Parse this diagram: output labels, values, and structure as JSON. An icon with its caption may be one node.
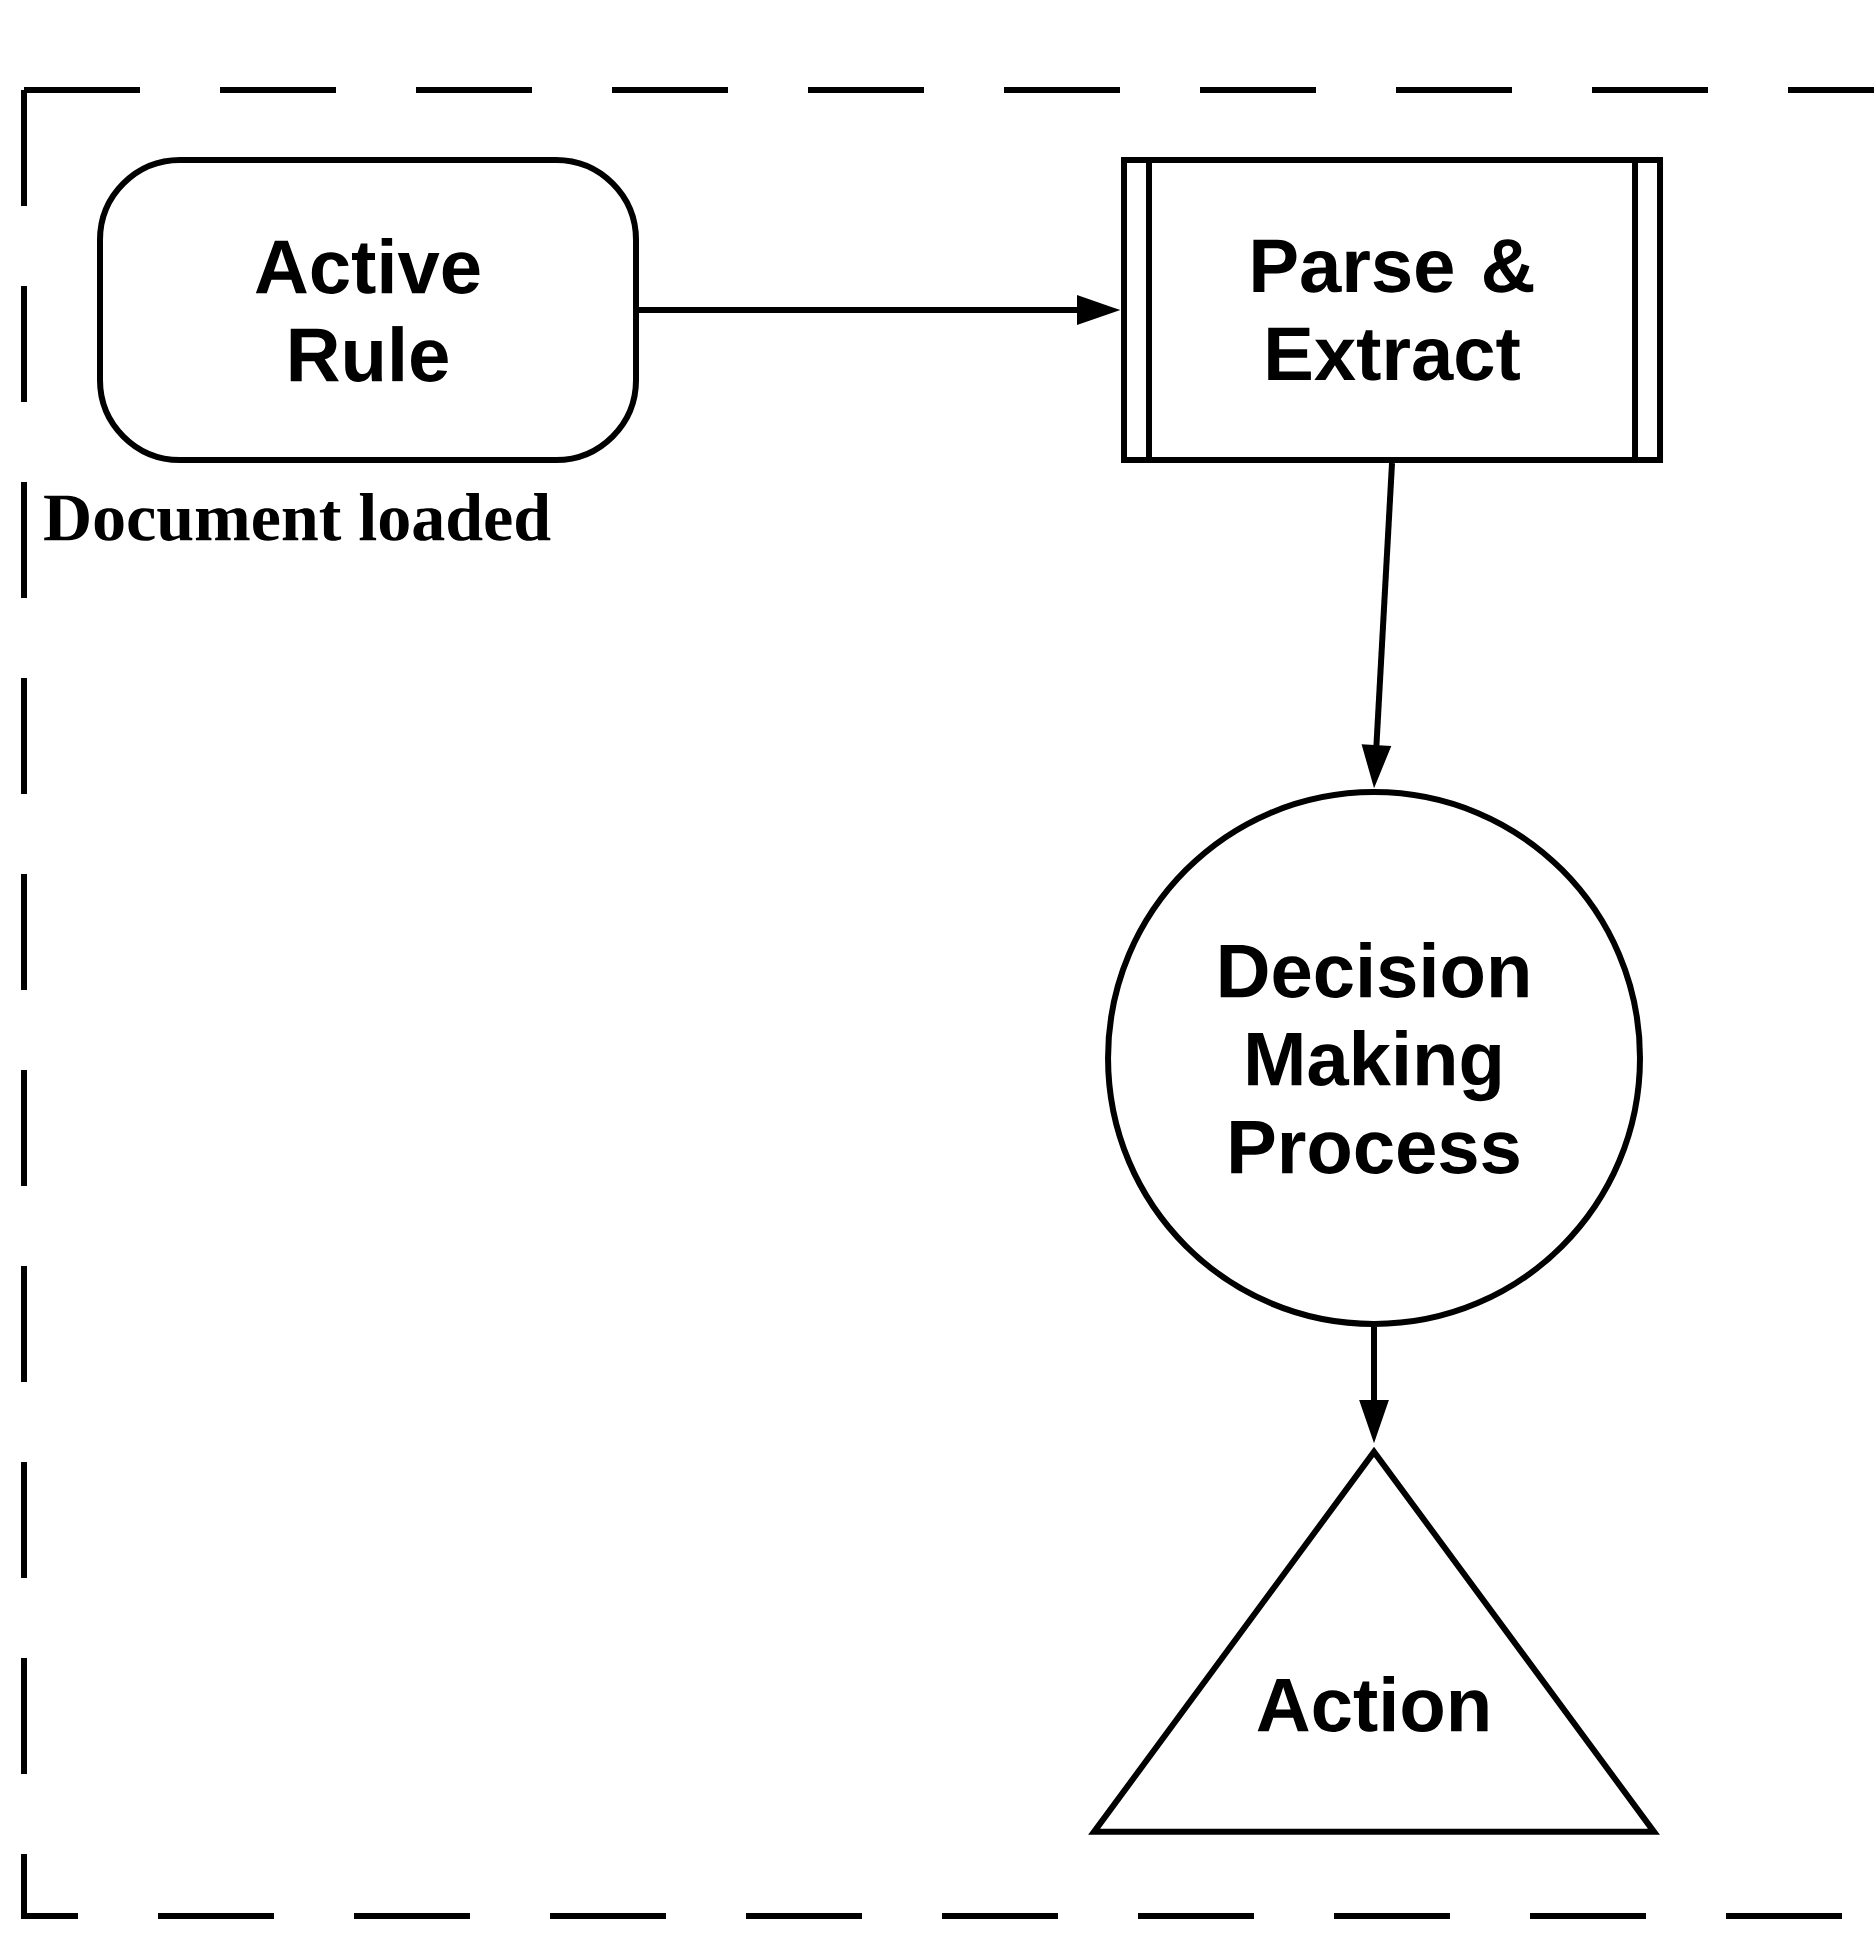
{
  "diagram": {
    "nodes": [
      {
        "text": [
          "Active Rule"
        ],
        "beside": [
          "Document loaded"
        ]
      },
      {
        "text": [
          "Parse & Extract"
        ]
      },
      {
        "text": [
          "Decision Making Process"
        ]
      },
      {
        "text": [
          "Action"
        ]
      }
    ],
    "edges": [
      {
        "from": 0,
        "to": 1,
        "arrow": "to"
      },
      {
        "from": 1,
        "to": 2,
        "arrow": "to"
      },
      {
        "from": 2,
        "to": 3,
        "arrow": "to"
      }
    ]
  }
}
